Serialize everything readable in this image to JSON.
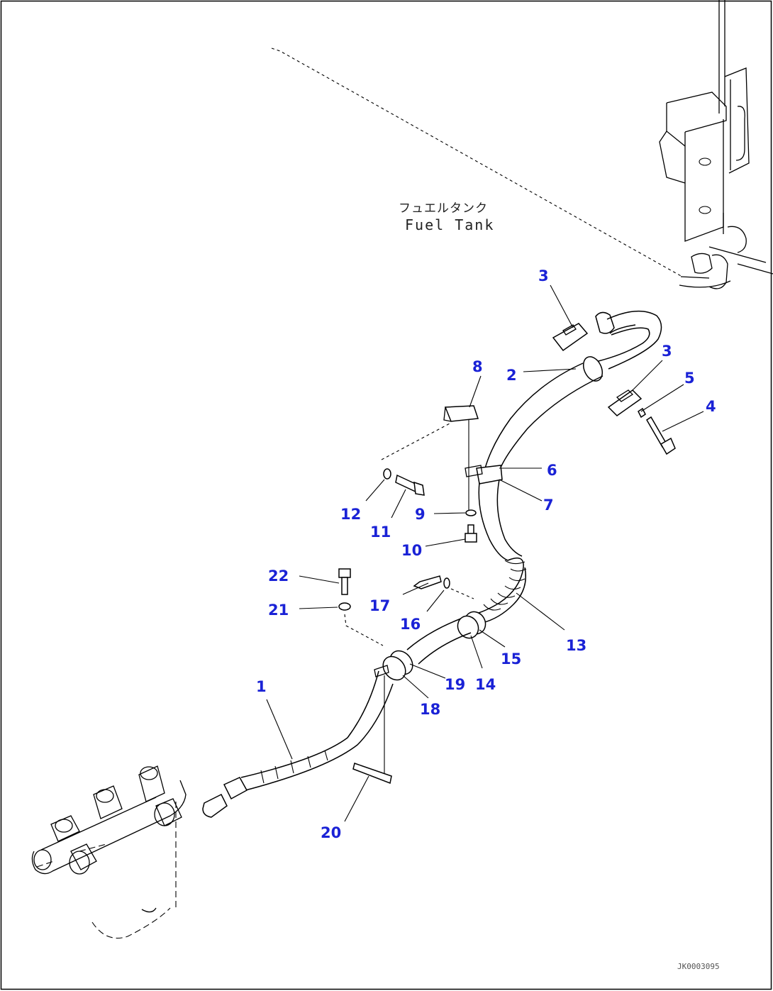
{
  "diagram": {
    "tank_label_jp": "フュエルタンク",
    "tank_label_en": "Fuel Tank",
    "drawing_code": "JK0003095",
    "callouts": {
      "c1": "1",
      "c2": "2",
      "c3a": "3",
      "c3b": "3",
      "c4": "4",
      "c5": "5",
      "c6": "6",
      "c7": "7",
      "c8": "8",
      "c9": "9",
      "c10": "10",
      "c11": "11",
      "c12": "12",
      "c13": "13",
      "c14": "14",
      "c15": "15",
      "c16": "16",
      "c17": "17",
      "c18": "18",
      "c19": "19",
      "c20": "20",
      "c21": "21",
      "c22": "22"
    },
    "colors": {
      "callout": "#1a22d6",
      "line": "#000000",
      "background": "#ffffff"
    }
  }
}
